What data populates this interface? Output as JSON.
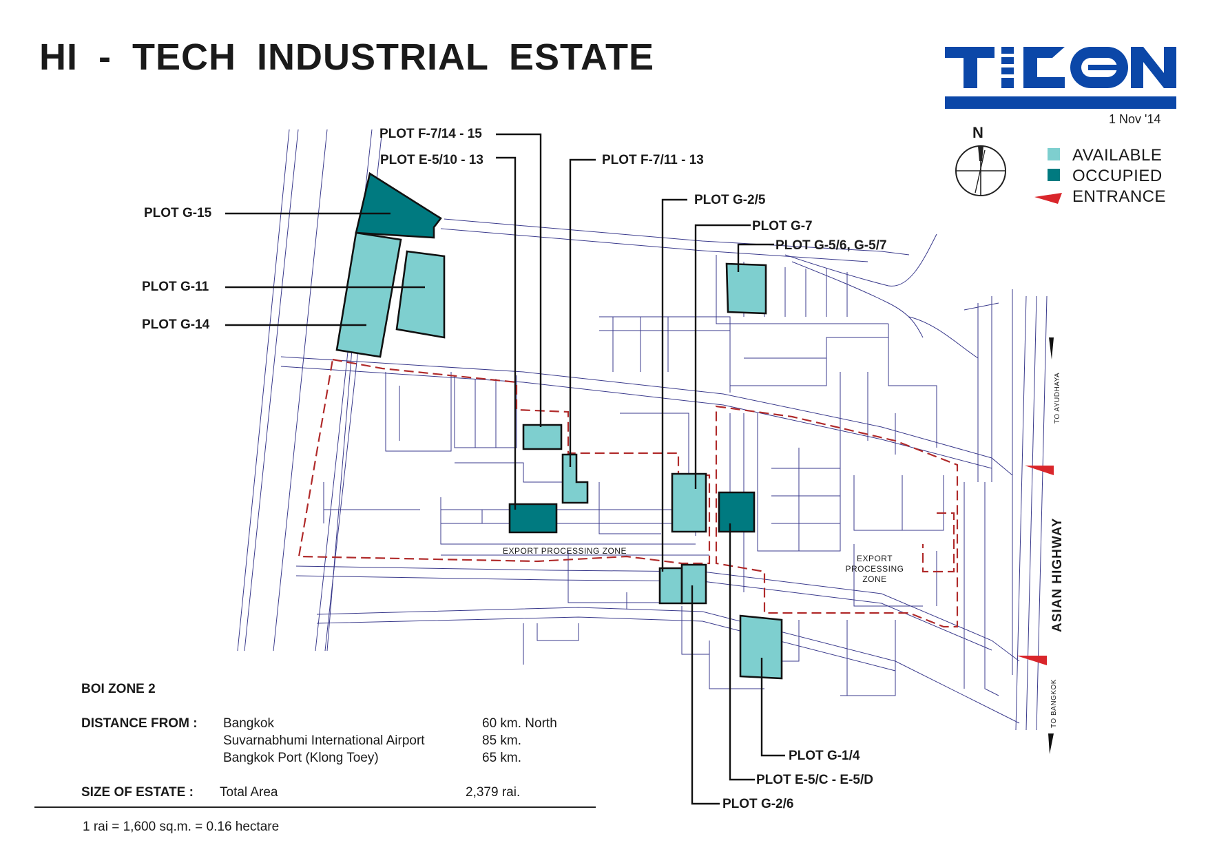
{
  "header": {
    "title": "HI - TECH INDUSTRIAL ESTATE",
    "date": "1 Nov '14"
  },
  "logo": {
    "text": "TICON",
    "color": "#0b47a8"
  },
  "compass": {
    "label": "N"
  },
  "legend": [
    {
      "label": "AVAILABLE",
      "color": "#7ecfcf"
    },
    {
      "label": "OCCUPIED",
      "color": "#007a80"
    },
    {
      "label": "ENTRANCE",
      "color": "#d9262b"
    }
  ],
  "plots": {
    "g15": "PLOT G-15",
    "g11": "PLOT G-11",
    "g14": "PLOT G-14",
    "f7_14_15": "PLOT F-7/14 - 15",
    "e5_10_13": "PLOT E-5/10 - 13",
    "f7_11_13": "PLOT F-7/11 - 13",
    "g2_5": "PLOT G-2/5",
    "g7": "PLOT G-7",
    "g5_6_7": "PLOT G-5/6, G-5/7",
    "g1_4": "PLOT G-1/4",
    "e5c_e5d": "PLOT E-5/C - E-5/D",
    "g2_6": "PLOT G-2/6"
  },
  "zones": {
    "epz_long": "EXPORT PROCESSING ZONE",
    "epz_line1": "EXPORT",
    "epz_line2": "PROCESSING",
    "epz_line3": "ZONE"
  },
  "roads": {
    "to_ayudhaya": "TO AYUDHAYA",
    "to_bangkok": "TO BANGKOK",
    "asian_highway": "ASIAN HIGHWAY"
  },
  "info": {
    "boi_zone": "BOI ZONE 2",
    "distance_label": "DISTANCE FROM :",
    "distances": [
      {
        "place": "Bangkok",
        "value": "60 km. North"
      },
      {
        "place": "Suvarnabhumi International Airport",
        "value": "85 km."
      },
      {
        "place": "Bangkok Port (Klong Toey)",
        "value": "65 km."
      }
    ],
    "size_label": "SIZE OF ESTATE :",
    "size_place": "Total Area",
    "size_value": "2,379 rai.",
    "footnote": "1 rai = 1,600 sq.m. = 0.16 hectare"
  },
  "colors": {
    "road": "#3a3a8c",
    "boundary": "#b02a2a",
    "available": "#7ecfcf",
    "occupied": "#007a80"
  }
}
